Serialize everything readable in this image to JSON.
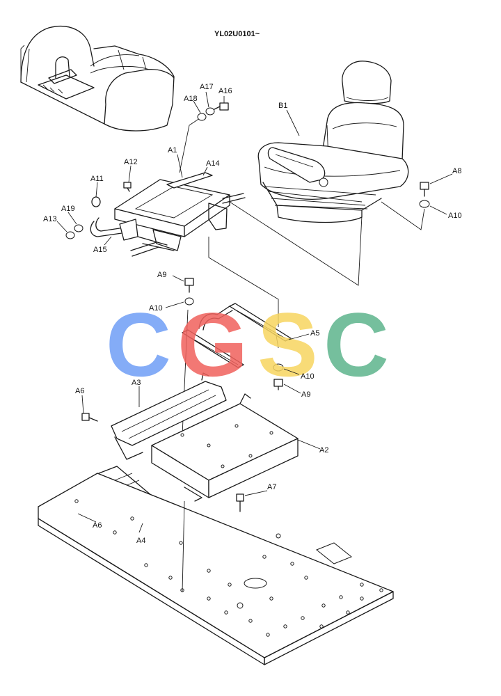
{
  "header": {
    "code": "YL02U0101~"
  },
  "watermark": {
    "letters": [
      "C",
      "G",
      "S",
      "C"
    ],
    "colors": [
      "#6f9ef6",
      "#f0615c",
      "#f7d560",
      "#5db48c"
    ]
  },
  "labels": {
    "A1": "A1",
    "A2": "A2",
    "A3": "A3",
    "A4": "A4",
    "A5": "A5",
    "A6a": "A6",
    "A6b": "A6",
    "A7": "A7",
    "A8": "A8",
    "A9a": "A9",
    "A9b": "A9",
    "A10a": "A10",
    "A10b": "A10",
    "A10c": "A10",
    "A11": "A11",
    "A12": "A12",
    "A13": "A13",
    "A14": "A14",
    "A15": "A15",
    "A16": "A16",
    "A17": "A17",
    "A18": "A18",
    "A19": "A19",
    "B1": "B1"
  }
}
